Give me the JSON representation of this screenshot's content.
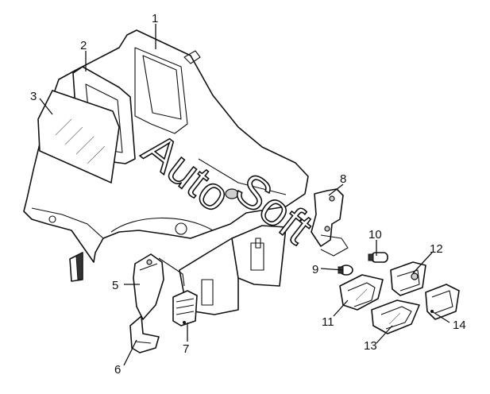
{
  "callouts": [
    {
      "id": "1",
      "label": "1"
    },
    {
      "id": "2",
      "label": "2"
    },
    {
      "id": "3",
      "label": "3"
    },
    {
      "id": "5",
      "label": "5"
    },
    {
      "id": "6",
      "label": "6"
    },
    {
      "id": "7",
      "label": "7"
    },
    {
      "id": "8",
      "label": "8"
    },
    {
      "id": "9",
      "label": "9"
    },
    {
      "id": "10",
      "label": "10"
    },
    {
      "id": "11",
      "label": "11"
    },
    {
      "id": "12",
      "label": "12"
    },
    {
      "id": "13",
      "label": "13"
    },
    {
      "id": "14",
      "label": "14"
    }
  ],
  "watermark": {
    "text_1": "Auto",
    "text_2": "Soft"
  },
  "colors": {
    "line": "#111111",
    "background": "#ffffff",
    "shade": "#cfcfcf"
  }
}
